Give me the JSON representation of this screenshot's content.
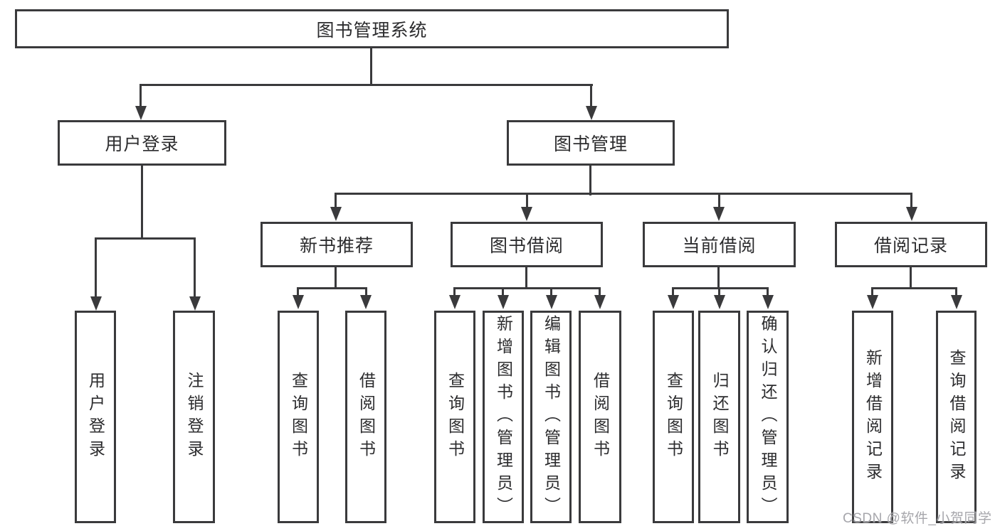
{
  "tree": {
    "label": "图书管理系统",
    "children": [
      {
        "label": "用户登录",
        "children": [
          {
            "label": "用户登录"
          },
          {
            "label": "注销登录"
          }
        ]
      },
      {
        "label": "图书管理",
        "children": [
          {
            "label": "新书推荐",
            "children": [
              {
                "label": "查询图书"
              },
              {
                "label": "借阅图书"
              }
            ]
          },
          {
            "label": "图书借阅",
            "children": [
              {
                "label": "查询图书"
              },
              {
                "label": "新增图书（管理员）"
              },
              {
                "label": "编辑图书（管理员）"
              },
              {
                "label": "借阅图书"
              }
            ]
          },
          {
            "label": "当前借阅",
            "children": [
              {
                "label": "查询图书"
              },
              {
                "label": "归还图书"
              },
              {
                "label": "确认归还（管理员）"
              }
            ]
          },
          {
            "label": "借阅记录",
            "children": [
              {
                "label": "新增借阅记录"
              },
              {
                "label": "查询借阅记录"
              }
            ]
          }
        ]
      }
    ]
  },
  "watermark": {
    "text": "CSDN @软件_小贺同学"
  },
  "colors": {
    "line": "#3a3a3c",
    "border": "#3a3a3c",
    "text": "#2c2c2e",
    "watermark": "#9e9ea4",
    "background": "#ffffff"
  }
}
